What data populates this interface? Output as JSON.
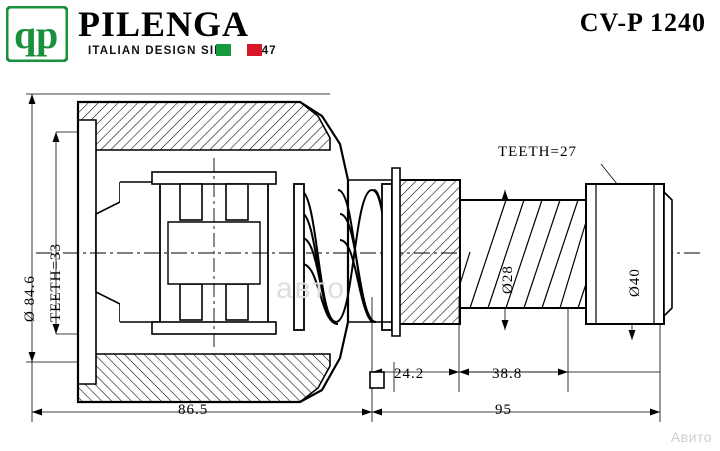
{
  "header": {
    "logo_icon": "pilenga-qp-logo-icon",
    "brand_name": "PILENGA",
    "tagline": "ITALIAN DESIGN SINCE 1947",
    "flag_icon": "italian-flag-icon",
    "part_code": "CV-P 1240"
  },
  "drawing": {
    "title": "cv-joint-technical-drawing",
    "watermark_center": "авто",
    "watermark_corner": "Авито",
    "dimensions": {
      "outer_diameter": "Ø 84.6",
      "inner_teeth": "TEETH=33",
      "shaft_teeth": "TEETH=27",
      "shaft_small_diameter": "Ø28",
      "shaft_large_diameter": "Ø40",
      "length_a": "24.2",
      "length_b": "38.8",
      "length_total_left": "86.5",
      "length_total_right": "95"
    }
  }
}
